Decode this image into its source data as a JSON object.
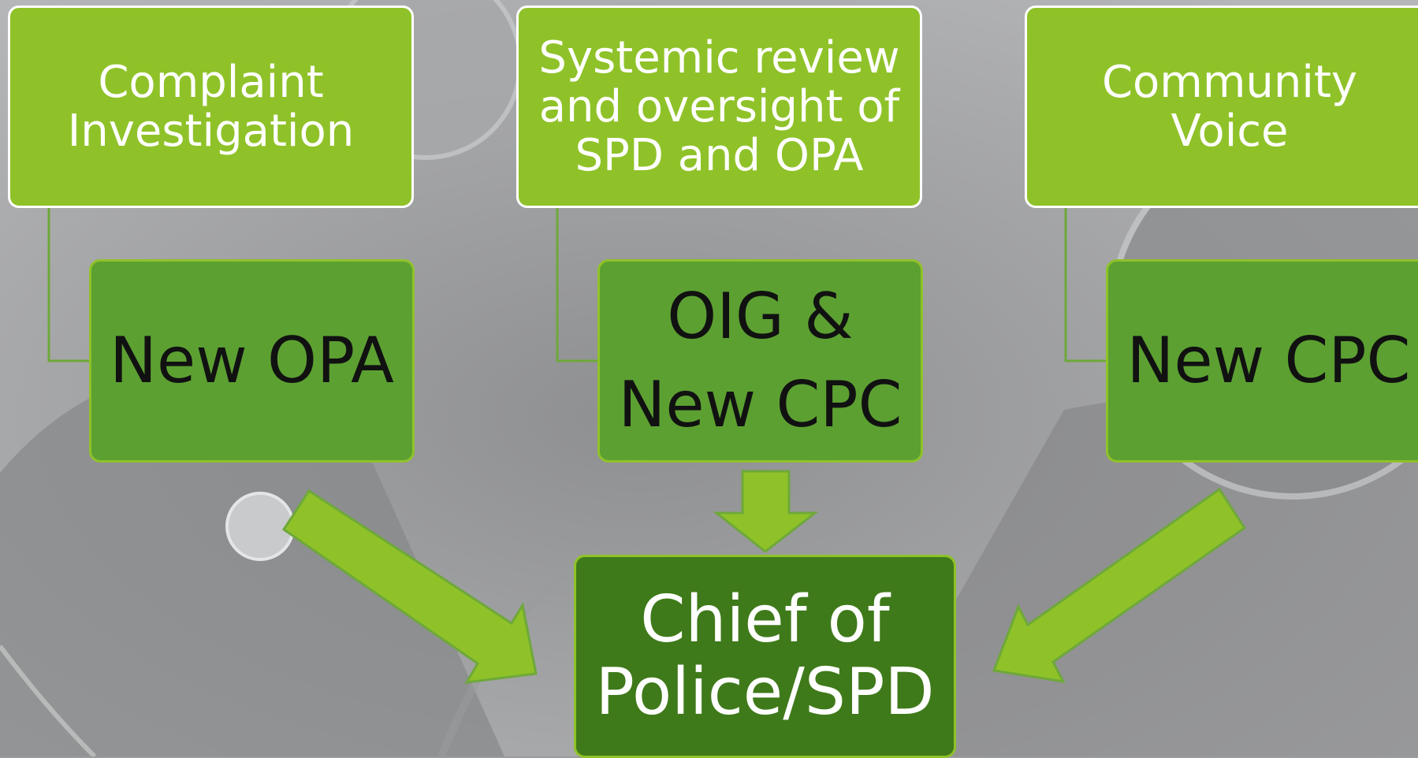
{
  "colors": {
    "top_box": "#8fc229",
    "mid_box": "#5ca032",
    "bottom_box": "#3f7a1a",
    "arrow": "#8fc229",
    "connector": "#6ea83a"
  },
  "columns": [
    {
      "role": "Complaint\nInvestigation",
      "entity": "New OPA"
    },
    {
      "role": "Systemic review\nand oversight of\nSPD and OPA",
      "entity": "OIG &\nNew CPC"
    },
    {
      "role": "Community\nVoice",
      "entity": "New CPC"
    }
  ],
  "target": {
    "label": "Chief of\nPolice/SPD"
  }
}
